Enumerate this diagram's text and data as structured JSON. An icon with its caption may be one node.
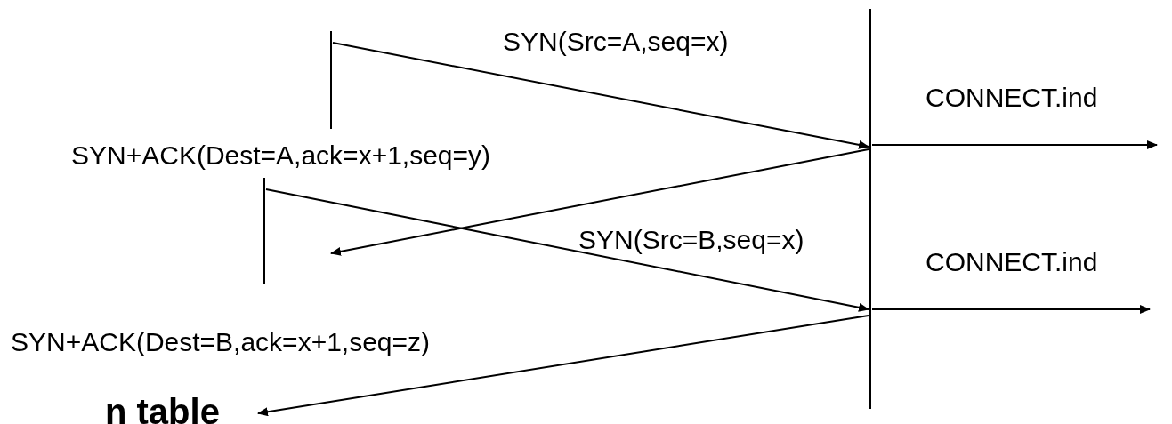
{
  "diagram": {
    "nodes": [
      {
        "text": [],
        "shape": "line"
      },
      {
        "text": [],
        "shape": "line"
      },
      {
        "text": [],
        "shape": "line"
      }
    ],
    "edges": [
      {
        "from": 0,
        "to": 2,
        "arrow": "to",
        "label": "SYN(Src=A,seq=x)"
      },
      {
        "from": 2,
        "to": null,
        "arrow": "to"
      },
      {
        "from": 2,
        "to": null,
        "arrow": "to",
        "label": "SYN+ACK(Dest=A,ack=x+1,seq=y)"
      },
      {
        "from": 1,
        "to": 2,
        "arrow": "to",
        "label": "SYN(Src=B,seq=x)"
      },
      {
        "from": 2,
        "to": null,
        "arrow": "to"
      },
      {
        "from": 2,
        "to": null,
        "arrow": "to",
        "label": "SYN+ACK(Dest=B,ack=x+1,seq=z)"
      }
    ],
    "labels": [
      "CONNECT.ind",
      "CONNECT.ind",
      "n table"
    ]
  }
}
